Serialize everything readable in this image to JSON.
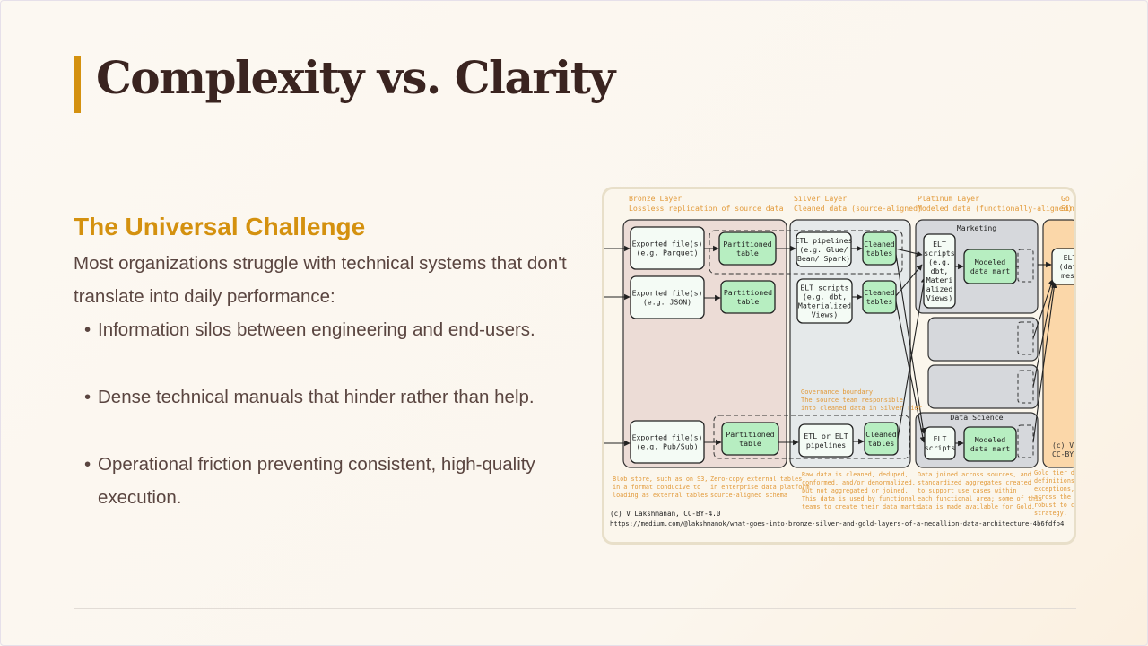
{
  "slide": {
    "title": "Complexity vs. Clarity",
    "section_heading": "The Universal Challenge",
    "intro": "Most organizations struggle with technical systems that don't translate into daily performance:",
    "bullets": [
      "Information silos between engineering and end-users.",
      "Dense technical manuals that hinder rather than help.",
      "Operational friction preventing consistent, high-quality execution."
    ]
  },
  "diagram": {
    "layers": {
      "bronze": {
        "title": "Bronze Layer",
        "subtitle": "Lossless replication of source data"
      },
      "silver": {
        "title": "Silver Layer",
        "subtitle": "Cleaned data (source-aligned)"
      },
      "platinum": {
        "title": "Platinum Layer",
        "subtitle": "Modeled data (functionally-aligned)"
      },
      "gold": {
        "title": "Go",
        "subtitle": "Sin"
      }
    },
    "boxes": {
      "exported_parquet": [
        "Exported file(s)",
        "(e.g. Parquet)"
      ],
      "partitioned_1": [
        "Partitioned",
        "table"
      ],
      "exported_json": [
        "Exported file(s)",
        "(e.g. JSON)"
      ],
      "partitioned_2": [
        "Partitioned",
        "table"
      ],
      "exported_pubsub": [
        "Exported file(s)",
        "(e.g. Pub/Sub)"
      ],
      "partitioned_3": [
        "Partitioned",
        "table"
      ],
      "etl_pipelines": [
        "ETL pipelines",
        "(e.g. Glue/",
        "Beam/ Spark)"
      ],
      "cleaned_1": [
        "Cleaned",
        "tables"
      ],
      "elt_scripts": [
        "ELT scripts",
        "(e.g. dbt,",
        "Materialized",
        "Views)"
      ],
      "cleaned_2": [
        "Cleaned",
        "tables"
      ],
      "etl_or_elt": [
        "ETL or ELT",
        "pipelines"
      ],
      "cleaned_3": [
        "Cleaned",
        "tables"
      ],
      "marketing_label": "Marketing",
      "marketing_elt": [
        "ELT",
        "scripts",
        "(e.g.",
        "dbt,",
        "Materi",
        "alized",
        "Views)"
      ],
      "modeled_mart_1": [
        "Modeled",
        "data mart"
      ],
      "data_science_label": "Data Science",
      "ds_elt": [
        "ELT",
        "scripts"
      ],
      "modeled_mart_2": [
        "Modeled",
        "data mart"
      ],
      "gold_elt": [
        "ELT",
        "(data",
        "mesh"
      ]
    },
    "governance": [
      "Governance boundary",
      "The source team responsible",
      "into cleaned data in Silver Tier"
    ],
    "notes": {
      "bronze_1": [
        "Blob store, such as on S3,",
        "in a format conducive to",
        "loading as external tables"
      ],
      "bronze_2": [
        "Zero-copy external tables",
        "in enterprise data platform",
        "source-aligned schema"
      ],
      "silver": [
        "Raw data is cleaned, deduped,",
        "conformed, and/or denormalized,",
        "but not aggregated or joined.",
        "This data is used by functional",
        "teams to create their data marts."
      ],
      "platinum": [
        "Data joined across sources, and",
        "standardized aggregates created",
        "to support use cases within",
        "each functional area; some of this",
        "data is made available for Gold."
      ],
      "gold": [
        "Gold tier dat",
        "definitions (c",
        "exceptions, w",
        "across the w",
        "robust to ch",
        "strategy."
      ]
    },
    "gold_copyright": [
      "(c) V",
      "CC-BY"
    ],
    "credit": "(c) V Lakshmanan, CC-BY-4.0",
    "url": "https://medium.com/@lakshmanok/what-goes-into-bronze-silver-and-gold-layers-of-a-medallion-data-architecture-4b6fdfb4"
  },
  "colors": {
    "accent": "#d4910f",
    "title": "#3a2420",
    "body": "#5a4540",
    "bronze_bg": "#ecdcd6",
    "silver_bg": "#e5e9ea",
    "platinum_bg": "#d6d8dc",
    "gold_bg": "#fbd7a9",
    "green_box": "#b7eec1"
  }
}
